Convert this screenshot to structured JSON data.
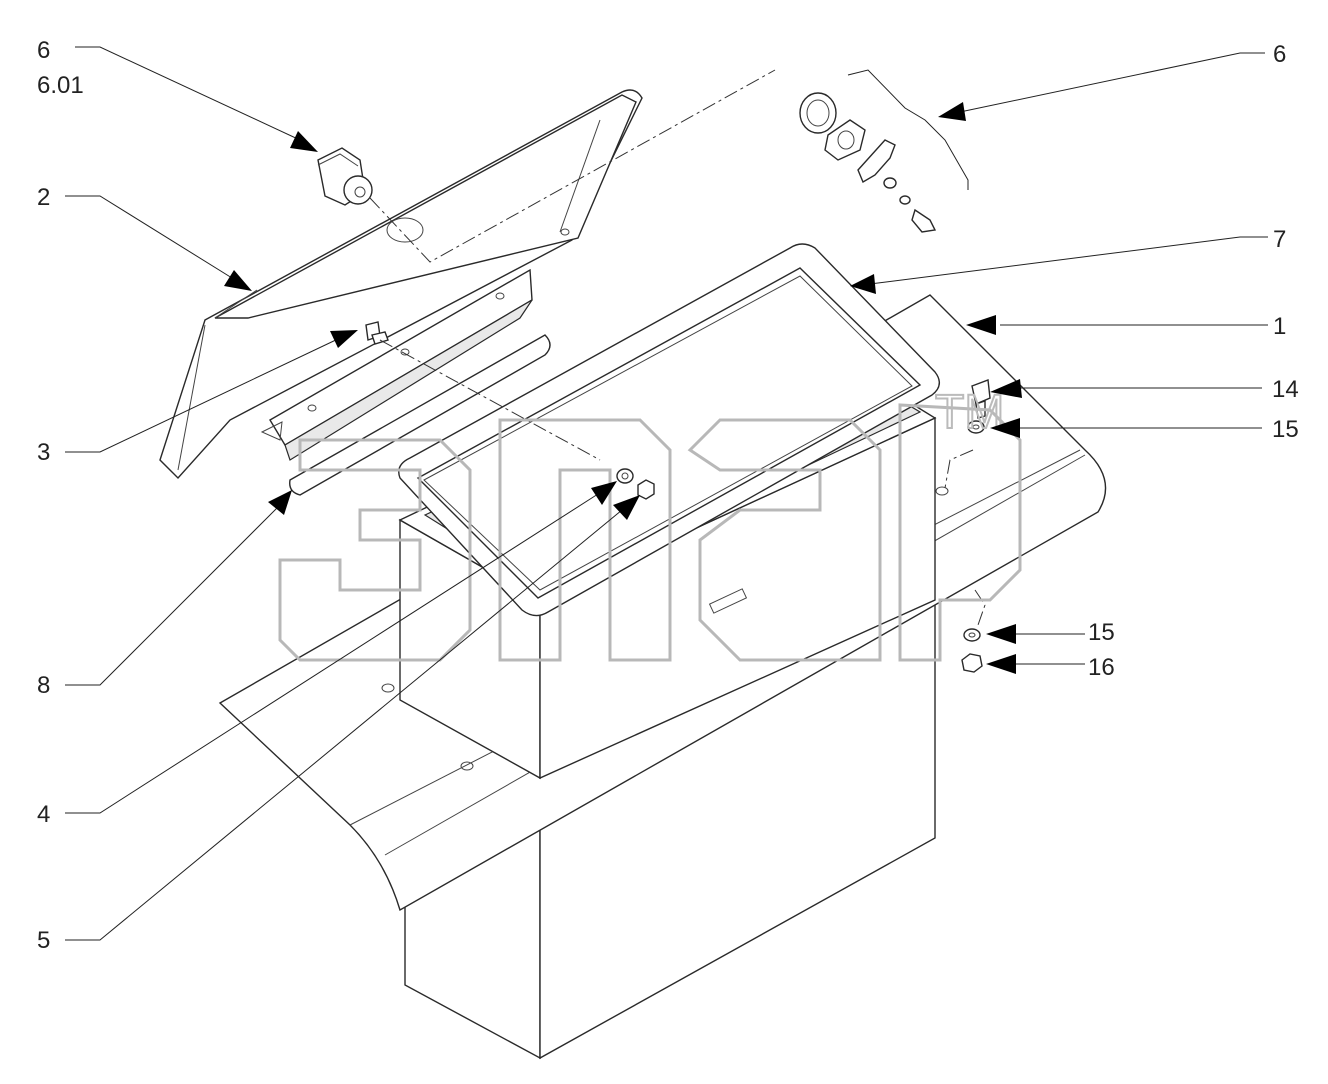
{
  "callouts": {
    "c6_left": "6",
    "c6_01": "6.01",
    "c6_right": "6",
    "c2": "2",
    "c7": "7",
    "c1": "1",
    "c14": "14",
    "c15_upper": "15",
    "c3": "3",
    "c8": "8",
    "c15_lower": "15",
    "c16": "16",
    "c4": "4",
    "c5": "5"
  },
  "watermark": {
    "text": "эпср",
    "mark": "TM"
  }
}
